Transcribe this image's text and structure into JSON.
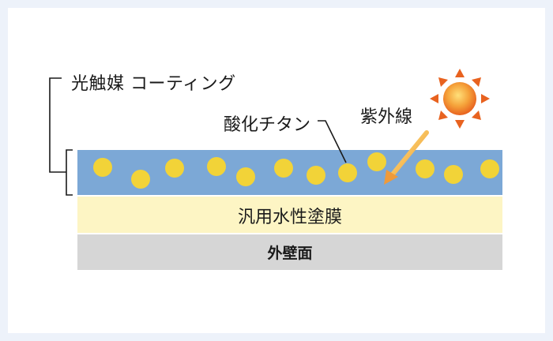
{
  "labels": {
    "coating": "光触媒 コーティング",
    "titanium_oxide": "酸化チタン",
    "uv": "紫外線",
    "paint": "汎用水性塗膜",
    "wall": "外壁面"
  },
  "layers": [
    {
      "name": "光触媒 コーティング",
      "color": "#7ca8d6"
    },
    {
      "name": "汎用水性塗膜",
      "color": "#fdf5c4"
    },
    {
      "name": "外壁面",
      "color": "#d6d6d6"
    }
  ],
  "colors": {
    "particle": "#f2d338",
    "sun_core": "#f08a24",
    "sun_rays": "#e8621f",
    "uv_arrow": "#f0b43a",
    "frame_bg": "#edf2fa"
  },
  "icons": {
    "sun": "sun-icon",
    "uv_arrow": "arrow-icon"
  }
}
